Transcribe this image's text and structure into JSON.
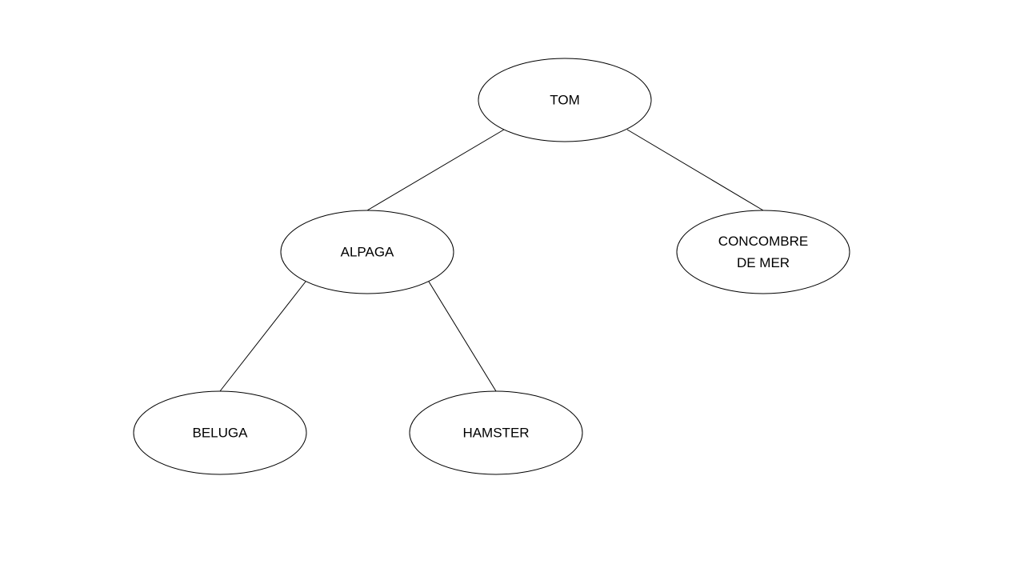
{
  "tree": {
    "nodes": [
      {
        "id": "tom",
        "lines": [
          "TOM"
        ]
      },
      {
        "id": "alpaga",
        "lines": [
          "ALPAGA"
        ]
      },
      {
        "id": "concombre",
        "lines": [
          "CONCOMBRE",
          "DE MER"
        ]
      },
      {
        "id": "beluga",
        "lines": [
          "BELUGA"
        ]
      },
      {
        "id": "hamster",
        "lines": [
          "HAMSTER"
        ]
      }
    ],
    "edges": [
      {
        "from": "tom",
        "to": "alpaga"
      },
      {
        "from": "tom",
        "to": "concombre"
      },
      {
        "from": "alpaga",
        "to": "beluga"
      },
      {
        "from": "alpaga",
        "to": "hamster"
      }
    ]
  },
  "colors": {
    "stroke": "#000000",
    "fill": "#ffffff",
    "text": "#000000"
  }
}
